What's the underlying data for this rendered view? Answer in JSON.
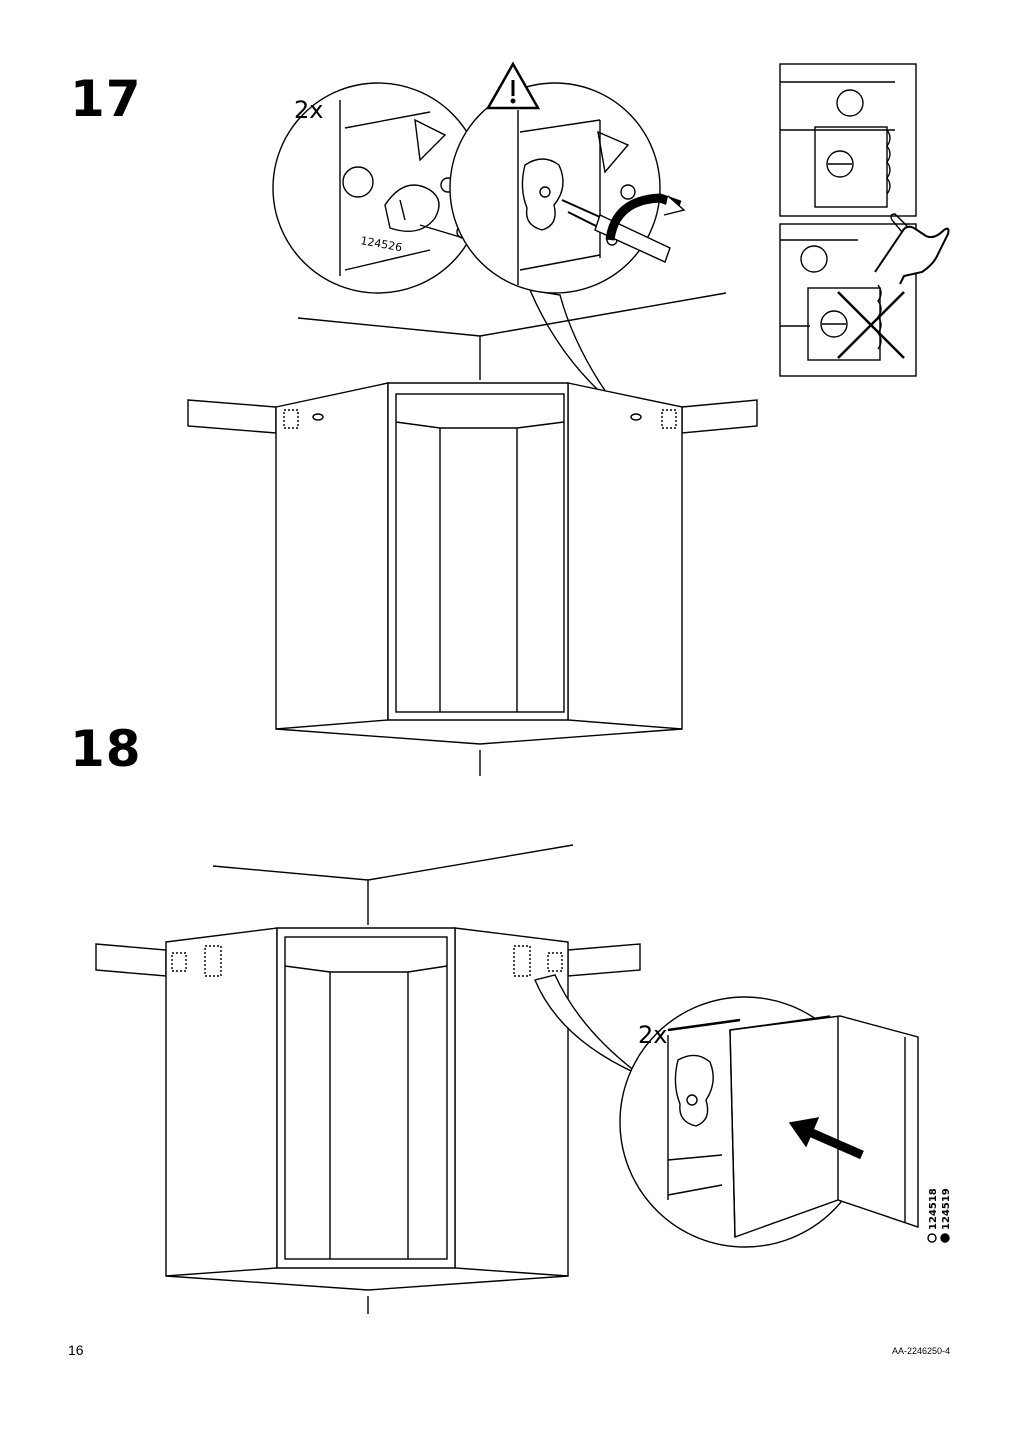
{
  "steps": [
    {
      "number": "17",
      "multiplier": "2x",
      "part_number": "124526"
    },
    {
      "number": "18",
      "multiplier": "2x",
      "part_numbers": [
        "124518",
        "124519"
      ]
    }
  ],
  "icons": {
    "warning": "warning-triangle-icon",
    "touch": "hand-touch-icon",
    "wrong": "cross-mark-icon",
    "screwdriver": "screwdriver-icon",
    "rotate": "rotate-arrow-icon",
    "push": "push-arrow-icon"
  },
  "footer": {
    "page_number": "16",
    "document_code": "AA-2246250-4"
  }
}
